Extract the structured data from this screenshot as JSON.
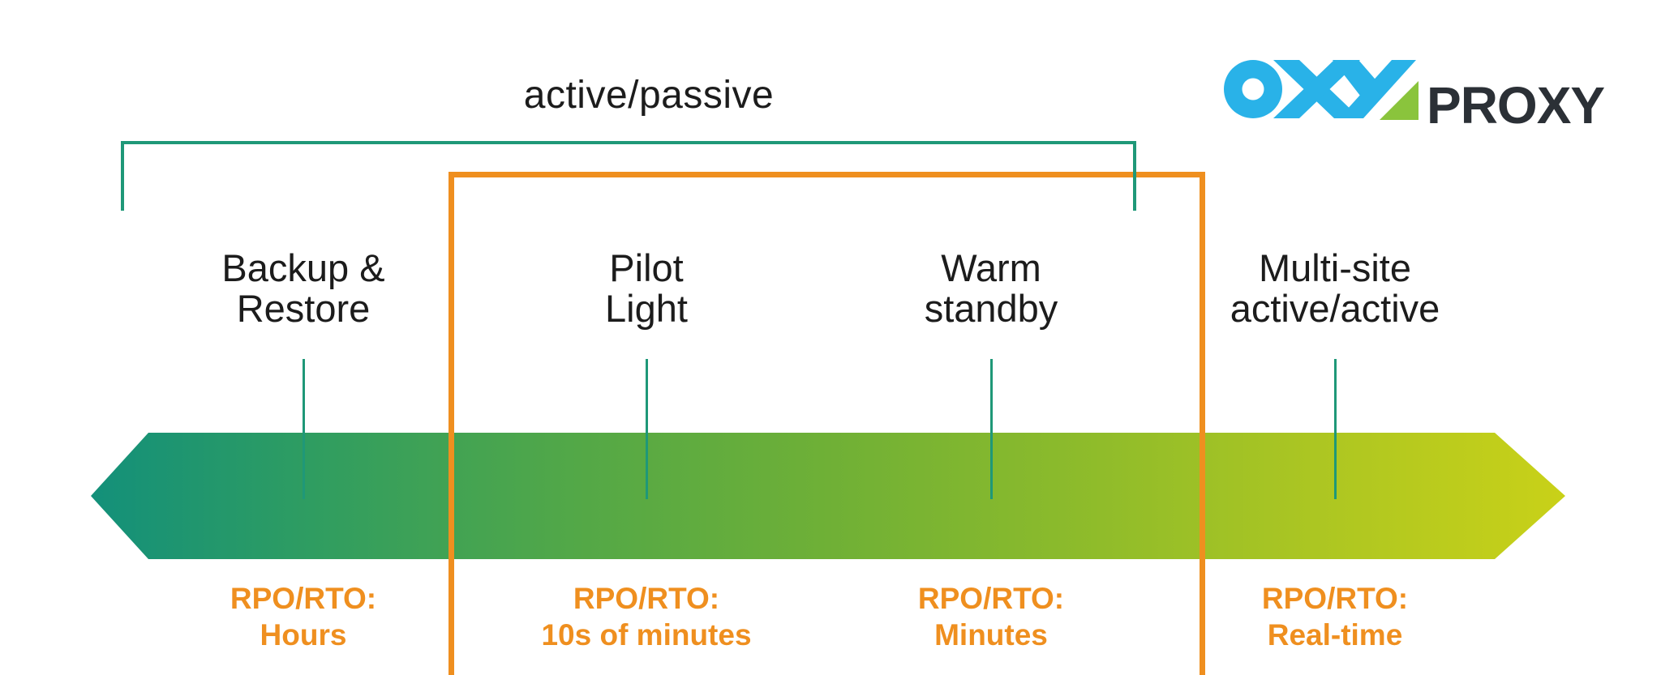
{
  "header": {
    "title": "active/passive"
  },
  "logo": {
    "oxy": "OXY",
    "proxy": "PROXY",
    "blue": "#29B2E8",
    "green": "#8AC43C",
    "dark": "#2B3036"
  },
  "colors": {
    "teal_bracket": "#1F9878",
    "orange_bracket": "#EF8F1F",
    "label_text": "#1C1C1C",
    "rpo_text": "#EF8F1F",
    "arrow_gradient": [
      "#13907A",
      "#2F9D61",
      "#53A847",
      "#6FB036",
      "#8DBB2B",
      "#ACC622",
      "#C9D118"
    ]
  },
  "stages": [
    {
      "name_line1": "Backup &",
      "name_line2": "Restore",
      "rpo_line1": "RPO/RTO:",
      "rpo_line2": "Hours"
    },
    {
      "name_line1": "Pilot",
      "name_line2": "Light",
      "rpo_line1": "RPO/RTO:",
      "rpo_line2": "10s of minutes"
    },
    {
      "name_line1": "Warm",
      "name_line2": "standby",
      "rpo_line1": "RPO/RTO:",
      "rpo_line2": "Minutes"
    },
    {
      "name_line1": "Multi-site",
      "name_line2": "active/active",
      "rpo_line1": "RPO/RTO:",
      "rpo_line2": "Real-time"
    }
  ]
}
